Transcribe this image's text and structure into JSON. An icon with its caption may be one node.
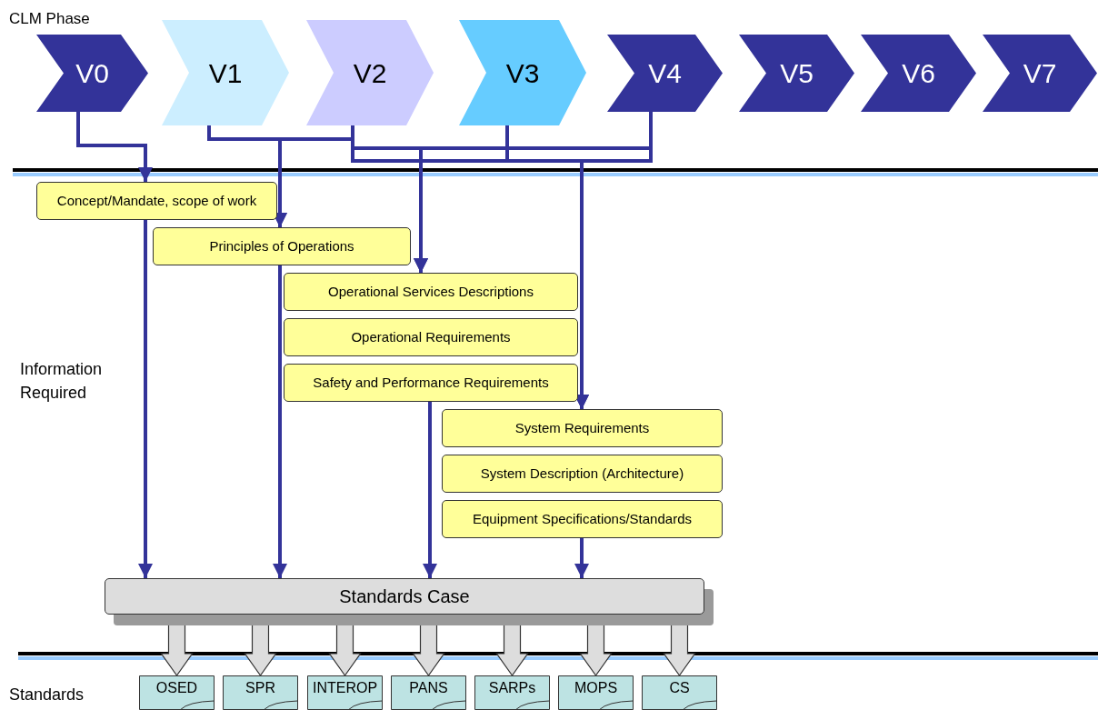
{
  "diagram": {
    "nodes": [
      {
        "text": [
          "V0"
        ]
      },
      {
        "text": [
          "V1"
        ]
      },
      {
        "text": [
          "V2"
        ]
      },
      {
        "text": [
          "V3"
        ]
      },
      {
        "text": [
          "V4"
        ]
      },
      {
        "text": [
          "V5"
        ]
      },
      {
        "text": [
          "V6"
        ]
      },
      {
        "text": [
          "V7"
        ]
      },
      {
        "text": [
          "Concept/Mandate, scope of work"
        ]
      },
      {
        "text": [
          "Principles of Operations"
        ]
      },
      {
        "text": [
          "Operational Services Descriptions"
        ]
      },
      {
        "text": [
          "Operational Requirements"
        ]
      },
      {
        "text": [
          "Safety and Performance Requirements"
        ]
      },
      {
        "text": [
          "System Requirements"
        ]
      },
      {
        "text": [
          "System Description (Architecture)"
        ]
      },
      {
        "text": [
          "Equipment Specifications/Standards"
        ]
      },
      {
        "text": [
          "Standards Case"
        ]
      },
      {
        "text": [
          "OSED"
        ]
      },
      {
        "text": [
          "SPR"
        ]
      },
      {
        "text": [
          "INTEROP"
        ]
      },
      {
        "text": [
          "PANS"
        ]
      },
      {
        "text": [
          "SARPs"
        ]
      },
      {
        "text": [
          "MOPS"
        ]
      },
      {
        "text": [
          "CS"
        ]
      }
    ],
    "edges": [
      {
        "from": 0,
        "to": 8,
        "arrow": "to"
      },
      {
        "from": 1,
        "to": 9,
        "arrow": "to"
      },
      {
        "from": 2,
        "to": 9,
        "arrow": "to"
      },
      {
        "from": 2,
        "to": 10,
        "arrow": "to"
      },
      {
        "from": 3,
        "to": 10,
        "arrow": "to"
      },
      {
        "from": 4,
        "to": 10,
        "arrow": "to"
      },
      {
        "from": 2,
        "to": 13,
        "arrow": "to"
      },
      {
        "from": 3,
        "to": 13,
        "arrow": "to"
      },
      {
        "from": 4,
        "to": 13,
        "arrow": "to"
      },
      {
        "from": 8,
        "to": 16,
        "arrow": "to"
      },
      {
        "from": 9,
        "to": 16,
        "arrow": "to"
      },
      {
        "from": 12,
        "to": 16,
        "arrow": "to"
      },
      {
        "from": 15,
        "to": 16,
        "arrow": "to"
      },
      {
        "from": 16,
        "to": 17,
        "arrow": "to"
      },
      {
        "from": 16,
        "to": 18,
        "arrow": "to"
      },
      {
        "from": 16,
        "to": 19,
        "arrow": "to"
      },
      {
        "from": 16,
        "to": 20,
        "arrow": "to"
      },
      {
        "from": 16,
        "to": 21,
        "arrow": "to"
      },
      {
        "from": 16,
        "to": 22,
        "arrow": "to"
      },
      {
        "from": 16,
        "to": 23,
        "arrow": "to"
      }
    ],
    "labels": [
      "CLM Phase",
      "Information Required",
      "Standards"
    ]
  }
}
